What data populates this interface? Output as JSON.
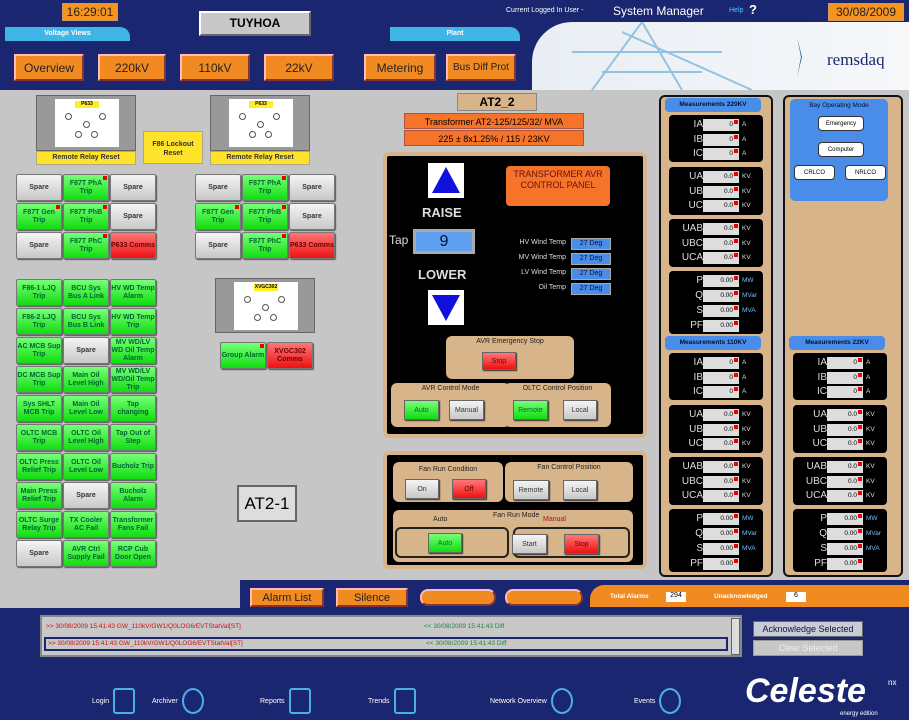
{
  "header": {
    "time": "16:29:01",
    "station": "TUYHOA",
    "user_label": "Current Logged In User -",
    "user": "System Manager",
    "help": "Help",
    "help_icon": "?",
    "date": "30/08/2009",
    "voltage_tab": "Voltage Views",
    "plant_tab": "Plant",
    "logo": "remsdaq"
  },
  "nav": [
    "Overview",
    "220kV",
    "110kV",
    "22kV"
  ],
  "plant_nav": [
    "Metering",
    "Bus Diff Prot"
  ],
  "relays": {
    "p633": "P633",
    "xvgc": "XVGC302",
    "reset": "Remote Relay Reset",
    "lockout": "F86 Lockout Reset"
  },
  "grid_left": [
    {
      "l": "Spare",
      "s": "gray"
    },
    {
      "l": "F87T PhA Trip",
      "s": "green",
      "f": true
    },
    {
      "l": "Spare",
      "s": "gray"
    },
    {
      "l": "F87T Gen Trip",
      "s": "green",
      "f": true
    },
    {
      "l": "F87T PhB Trip",
      "s": "green",
      "f": true
    },
    {
      "l": "Spare",
      "s": "gray"
    },
    {
      "l": "Spare",
      "s": "gray"
    },
    {
      "l": "F87T PhC Trip",
      "s": "green",
      "f": true
    },
    {
      "l": "P633 Comms",
      "s": "red"
    }
  ],
  "grid_right": [
    {
      "l": "Spare",
      "s": "gray"
    },
    {
      "l": "F87T PhA Trip",
      "s": "green",
      "f": true
    },
    {
      "l": "Spare",
      "s": "gray"
    },
    {
      "l": "F87T Gen Trip",
      "s": "green",
      "f": true
    },
    {
      "l": "F87T PhB Trip",
      "s": "green",
      "f": true
    },
    {
      "l": "Spare",
      "s": "gray"
    },
    {
      "l": "Spare",
      "s": "gray"
    },
    {
      "l": "F87T PhC Trip",
      "s": "green",
      "f": true
    },
    {
      "l": "P633 Comms",
      "s": "red"
    }
  ],
  "grid_alarms": [
    {
      "l": "F86-1 LJQ Trip",
      "s": "green"
    },
    {
      "l": "BCU Sys Bus A Link",
      "s": "green"
    },
    {
      "l": "HV WD Temp Alarm",
      "s": "green"
    },
    {
      "l": "F86-2 LJQ Trip",
      "s": "green"
    },
    {
      "l": "BCU Sys Bus B Link",
      "s": "green"
    },
    {
      "l": "HV WD Temp Trip",
      "s": "green"
    },
    {
      "l": "AC MCB Sup Trip",
      "s": "green"
    },
    {
      "l": "Spare",
      "s": "gray"
    },
    {
      "l": "MV WD/LV WD Oil Temp Alarm",
      "s": "green"
    },
    {
      "l": "DC MCB Sup Trip",
      "s": "green"
    },
    {
      "l": "Main Oil Level High",
      "s": "green"
    },
    {
      "l": "MV WD/LV WD/Oil Temp Trip",
      "s": "green"
    },
    {
      "l": "Sys SHLT MCB Trip",
      "s": "green"
    },
    {
      "l": "Main Oil Level Low",
      "s": "green"
    },
    {
      "l": "Tap changing",
      "s": "green"
    },
    {
      "l": "OLTC MCB Trip",
      "s": "green"
    },
    {
      "l": "OLTC Oil Level High",
      "s": "green"
    },
    {
      "l": "Tap Out of Step",
      "s": "green"
    },
    {
      "l": "OLTC Press Relief Trip",
      "s": "green"
    },
    {
      "l": "OLTC Oil Level Low",
      "s": "green"
    },
    {
      "l": "Bucholz Trip",
      "s": "green"
    },
    {
      "l": "Main Press Relief Trip",
      "s": "green"
    },
    {
      "l": "Spare",
      "s": "gray"
    },
    {
      "l": "Bucholz Alarm",
      "s": "green"
    },
    {
      "l": "OLTC Surge Relay Trip",
      "s": "green"
    },
    {
      "l": "TX Cooler AC Fail",
      "s": "green"
    },
    {
      "l": "Transformer Fans Fail",
      "s": "green"
    },
    {
      "l": "Spare",
      "s": "gray"
    },
    {
      "l": "AVR Ctrl Supply Fail",
      "s": "green"
    },
    {
      "l": "RCP Cub Door Open",
      "s": "green"
    }
  ],
  "xvgc_buttons": [
    {
      "l": "Group Alarm",
      "s": "green",
      "f": true
    },
    {
      "l": "XVGC302 Comms",
      "s": "red"
    }
  ],
  "at21": "AT2-1",
  "transformer": {
    "name": "AT2_2",
    "desc": "Transformer AT2-125/125/32/ MVA",
    "rating": "225 ± 8x1.25% / 115 / 23KV",
    "panel_title": "TRANSFORMER AVR CONTROL PANEL",
    "raise": "RAISE",
    "lower": "LOWER",
    "tap_label": "Tap",
    "tap": "9",
    "temps": [
      {
        "l": "HV Wind Temp",
        "v": "27 Deg"
      },
      {
        "l": "MV Wind Temp",
        "v": "27 Deg"
      },
      {
        "l": "LV Wind Temp",
        "v": "27 Deg"
      },
      {
        "l": "Oil Temp",
        "v": "27 Deg"
      }
    ],
    "estop_title": "AVR Emergency Stop",
    "stop": "Stop",
    "avr_mode": "AVR Control Mode",
    "auto": "Auto",
    "manual": "Manual",
    "oltc_pos": "OLTC Control Position",
    "remote": "Remote",
    "local": "Local"
  },
  "fan": {
    "cond": "Fan Run Condition",
    "on": "On",
    "off": "Off",
    "ctrl": "Fan Control Position",
    "remote": "Remote",
    "local": "Local",
    "mode": "Fan Run Mode",
    "auto_lbl": "Auto",
    "manual_lbl": "Manual",
    "auto": "Auto",
    "start": "Start",
    "stop": "Stop"
  },
  "measurements": [
    {
      "title": "Measurements 220KV",
      "I": [
        "0",
        "0",
        "0"
      ],
      "U": [
        "0.0",
        "0.0",
        "0.0"
      ],
      "UL": [
        "0.0",
        "0.0",
        "0.0"
      ],
      "P": [
        "0.00",
        "0.00",
        "0.00",
        "0.00"
      ]
    },
    {
      "title": "Measurements 110KV",
      "I": [
        "0",
        "0",
        "0"
      ],
      "U": [
        "0.0",
        "0.0",
        "0.0"
      ],
      "UL": [
        "0.0",
        "0.0",
        "0.0"
      ],
      "P": [
        "0.00",
        "0.00",
        "0.00",
        "0.00"
      ]
    },
    {
      "title": "Measurements 22KV",
      "I": [
        "0",
        "0",
        "0"
      ],
      "U": [
        "0.0",
        "0.0",
        "0.0"
      ],
      "UL": [
        "0.0",
        "0.0",
        "0.0"
      ],
      "P": [
        "0.00",
        "0.00",
        "0.00",
        "0.00"
      ]
    }
  ],
  "meas_labels": {
    "I": [
      "IA",
      "IB",
      "IC"
    ],
    "U": [
      "UA",
      "UB",
      "UC"
    ],
    "UL": [
      "UAB",
      "UBC",
      "UCA"
    ],
    "P": [
      "P",
      "Q",
      "S",
      "PF"
    ],
    "Iu": "A",
    "Uu": "KV",
    "Pu": [
      "MW",
      "MVar",
      "MVA",
      ""
    ]
  },
  "bay": {
    "title": "Bay Operating Mode",
    "emergency": "Emergency",
    "computer": "Computer",
    "crlco": "CRLCO",
    "nrlco": "NRLCO"
  },
  "alarms": {
    "list": "Alarm List",
    "silence": "Silence",
    "total_label": "Total Alarms",
    "total": "294",
    "unack_label": "Unacknowledged",
    "unack": "6",
    "rows": [
      {
        "a": ">> 30/08/2009 15:41:43 GW_110kV/GW1/Q0LOG6/EVTStatVal[ST]",
        "b": "<< 30/08/2009 15:41:43 Diff"
      },
      {
        "a": ">> 30/08/2009 15:41:43 GW_110kV/GW1/Q0LOG6/EVTStatVal[ST]",
        "b": "<< 30/08/2009 15:41:43 Diff"
      }
    ],
    "ack": "Acknowledge Selected",
    "clear": "Clear Selected"
  },
  "bottom_nav": [
    "Login",
    "Archiver",
    "Reports",
    "Trends",
    "Network Overview",
    "Events"
  ],
  "brand": {
    "name": "Celeste",
    "sup": "nx",
    "tag": "energy edition"
  }
}
